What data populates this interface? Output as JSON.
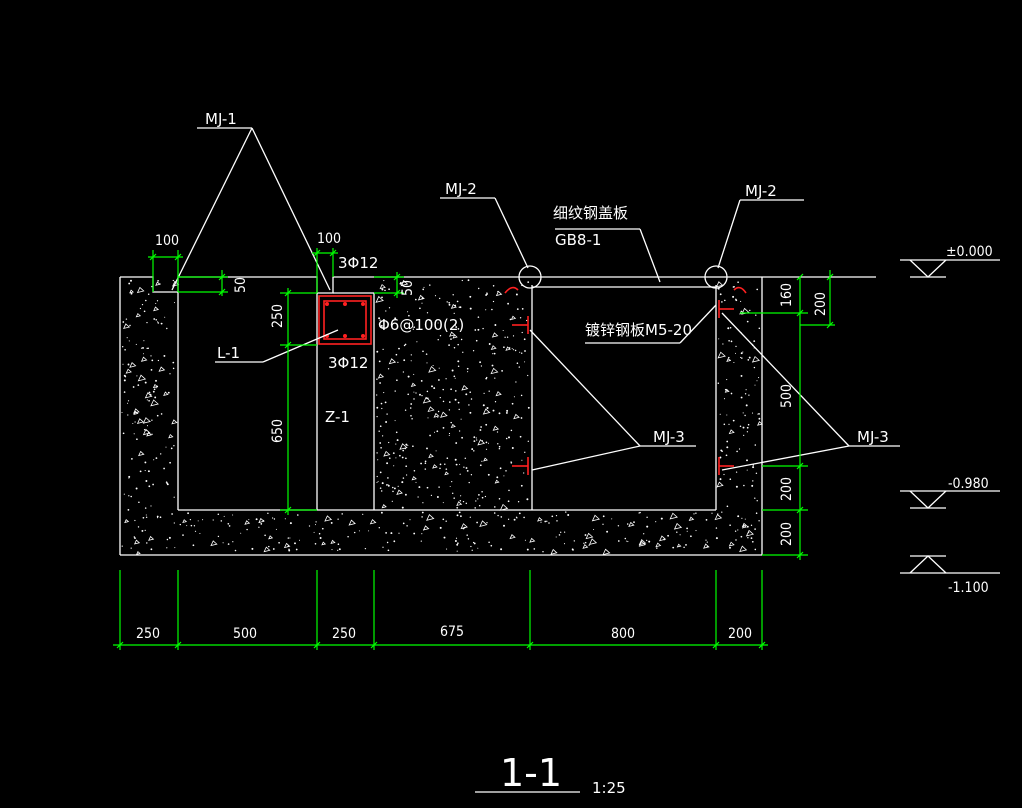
{
  "labels": {
    "mj1": "MJ-1",
    "mj2_left": "MJ-2",
    "mj2_right": "MJ-2",
    "mj3_center": "MJ-3",
    "mj3_right": "MJ-3",
    "cover_name": "细纹钢盖板",
    "cover_code": "GB8-1",
    "plate": "镀锌钢板M5-20",
    "beam": "L-1",
    "column": "Z-1",
    "rebar_top": "3Φ12",
    "rebar_bottom": "3Φ12",
    "stirrup": "Φ6@100(2)"
  },
  "local_dims": {
    "notch_left_w": "100",
    "notch_left_h": "50",
    "notch_right_w": "100",
    "notch_right_h": "50",
    "beam_h": "250",
    "col_h": "650"
  },
  "right_dims": [
    "160",
    "200",
    "500",
    "200",
    "200"
  ],
  "bottom_dims": [
    "250",
    "500",
    "250",
    "675",
    "800",
    "200"
  ],
  "elevations": [
    "±0.000",
    "-0.980",
    "-1.100"
  ],
  "title": {
    "section": "1-1",
    "scale": "1:25"
  },
  "colors": {
    "lines": "#ffffff",
    "dimensions": "#00ff00",
    "embedded_parts": "#ff2020",
    "background": "#000000"
  }
}
